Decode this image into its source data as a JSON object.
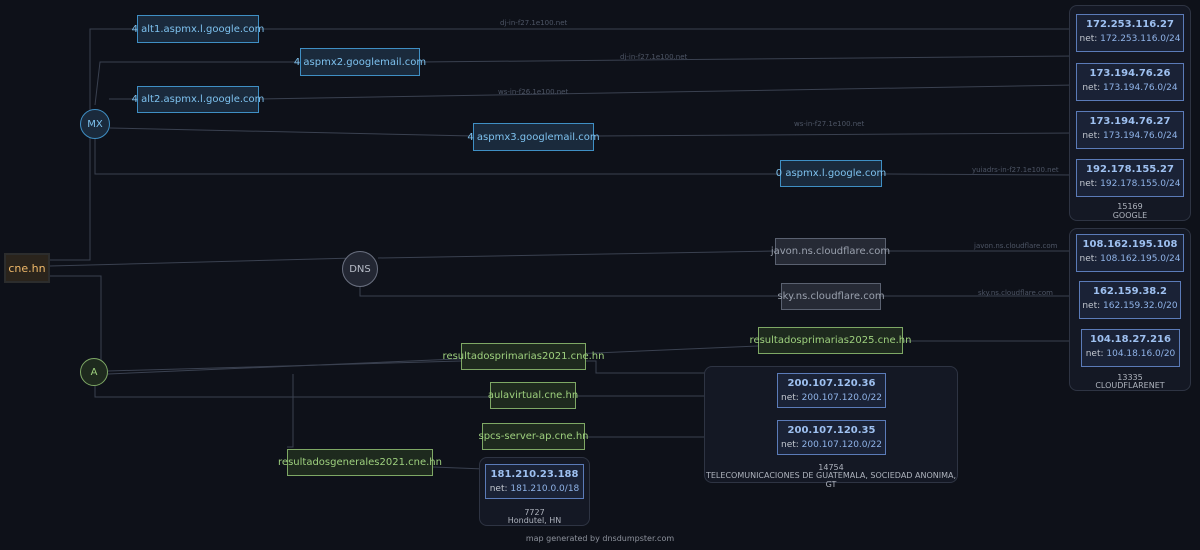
{
  "domain": "cne.hn",
  "hubs": {
    "mx": "MX",
    "dns": "DNS",
    "a": "A"
  },
  "mx_records": [
    "4 alt1.aspmx.l.google.com",
    "4 aspmx2.googlemail.com",
    "4 alt2.aspmx.l.google.com",
    "4 aspmx3.googlemail.com",
    "0 aspmx.l.google.com"
  ],
  "ns_records": [
    "javon.ns.cloudflare.com",
    "sky.ns.cloudflare.com"
  ],
  "a_records": [
    "resultadosprimarias2025.cne.hn",
    "resultadosprimarias2021.cne.hn",
    "aulavirtual.cne.hn",
    "spcs-server-ap.cne.hn",
    "resultadosgenerales2021.cne.hn"
  ],
  "edge_labels": [
    "dj-in-f27.1e100.net",
    "dj-in-f27.1e100.net",
    "ws-in-f26.1e100.net",
    "ws-in-f27.1e100.net",
    "yuiadrs-in-f27.1e100.net",
    "javon.ns.cloudflare.com",
    "sky.ns.cloudflare.com"
  ],
  "net_prefix": "net:",
  "asn_groups": [
    {
      "asn": "15169",
      "name": "GOOGLE",
      "ips": [
        {
          "addr": "172.253.116.27",
          "net": "172.253.116.0/24"
        },
        {
          "addr": "173.194.76.26",
          "net": "173.194.76.0/24"
        },
        {
          "addr": "173.194.76.27",
          "net": "173.194.76.0/24"
        },
        {
          "addr": "192.178.155.27",
          "net": "192.178.155.0/24"
        }
      ]
    },
    {
      "asn": "13335",
      "name": "CLOUDFLARENET",
      "ips": [
        {
          "addr": "108.162.195.108",
          "net": "108.162.195.0/24"
        },
        {
          "addr": "162.159.38.2",
          "net": "162.159.32.0/20"
        },
        {
          "addr": "104.18.27.216",
          "net": "104.18.16.0/20"
        }
      ]
    },
    {
      "asn": "14754",
      "name": "TELECOMUNICACIONES DE GUATEMALA, SOCIEDAD ANONIMA, GT",
      "ips": [
        {
          "addr": "200.107.120.36",
          "net": "200.107.120.0/22"
        },
        {
          "addr": "200.107.120.35",
          "net": "200.107.120.0/22"
        }
      ]
    },
    {
      "asn": "7727",
      "name": "Hondutel, HN",
      "ips": [
        {
          "addr": "181.210.23.188",
          "net": "181.210.0.0/18"
        }
      ]
    }
  ],
  "footer": "map generated by dnsdumpster.com"
}
